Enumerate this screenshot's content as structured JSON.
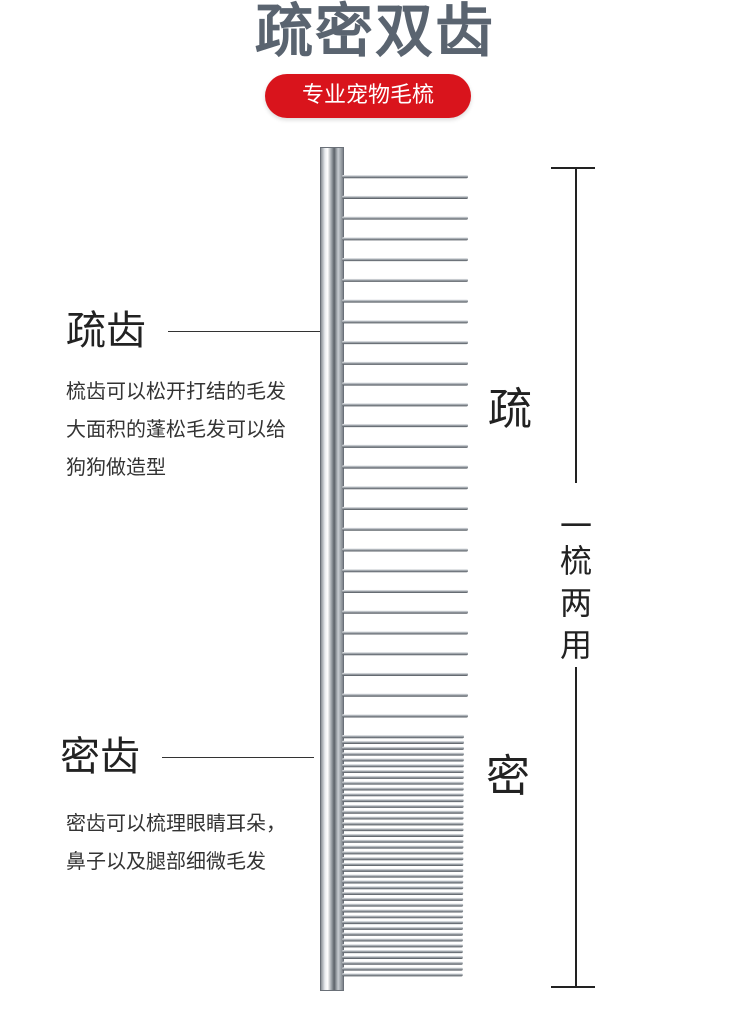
{
  "header": {
    "title": "疏密双齿",
    "badge": "专业宠物毛梳"
  },
  "left": {
    "sparse": {
      "title": "疏齿",
      "lines": [
        "梳齿可以松开打结的毛发",
        "大面积的蓬松毛发可以给",
        "狗狗做造型"
      ]
    },
    "dense": {
      "title": "密齿",
      "lines": [
        "密齿可以梳理眼睛耳朵，",
        "鼻子以及腿部细微毛发"
      ]
    }
  },
  "right": {
    "sparse_char": "疏",
    "dense_char": "密",
    "dual_use_dash": "一",
    "dual_use": [
      "梳",
      "两",
      "用"
    ]
  },
  "colors": {
    "title": "#5a6470",
    "badge": "#d9141c",
    "metal": "#9aa0a6"
  },
  "comb": {
    "sparse_teeth": 27,
    "dense_teeth": 42
  }
}
